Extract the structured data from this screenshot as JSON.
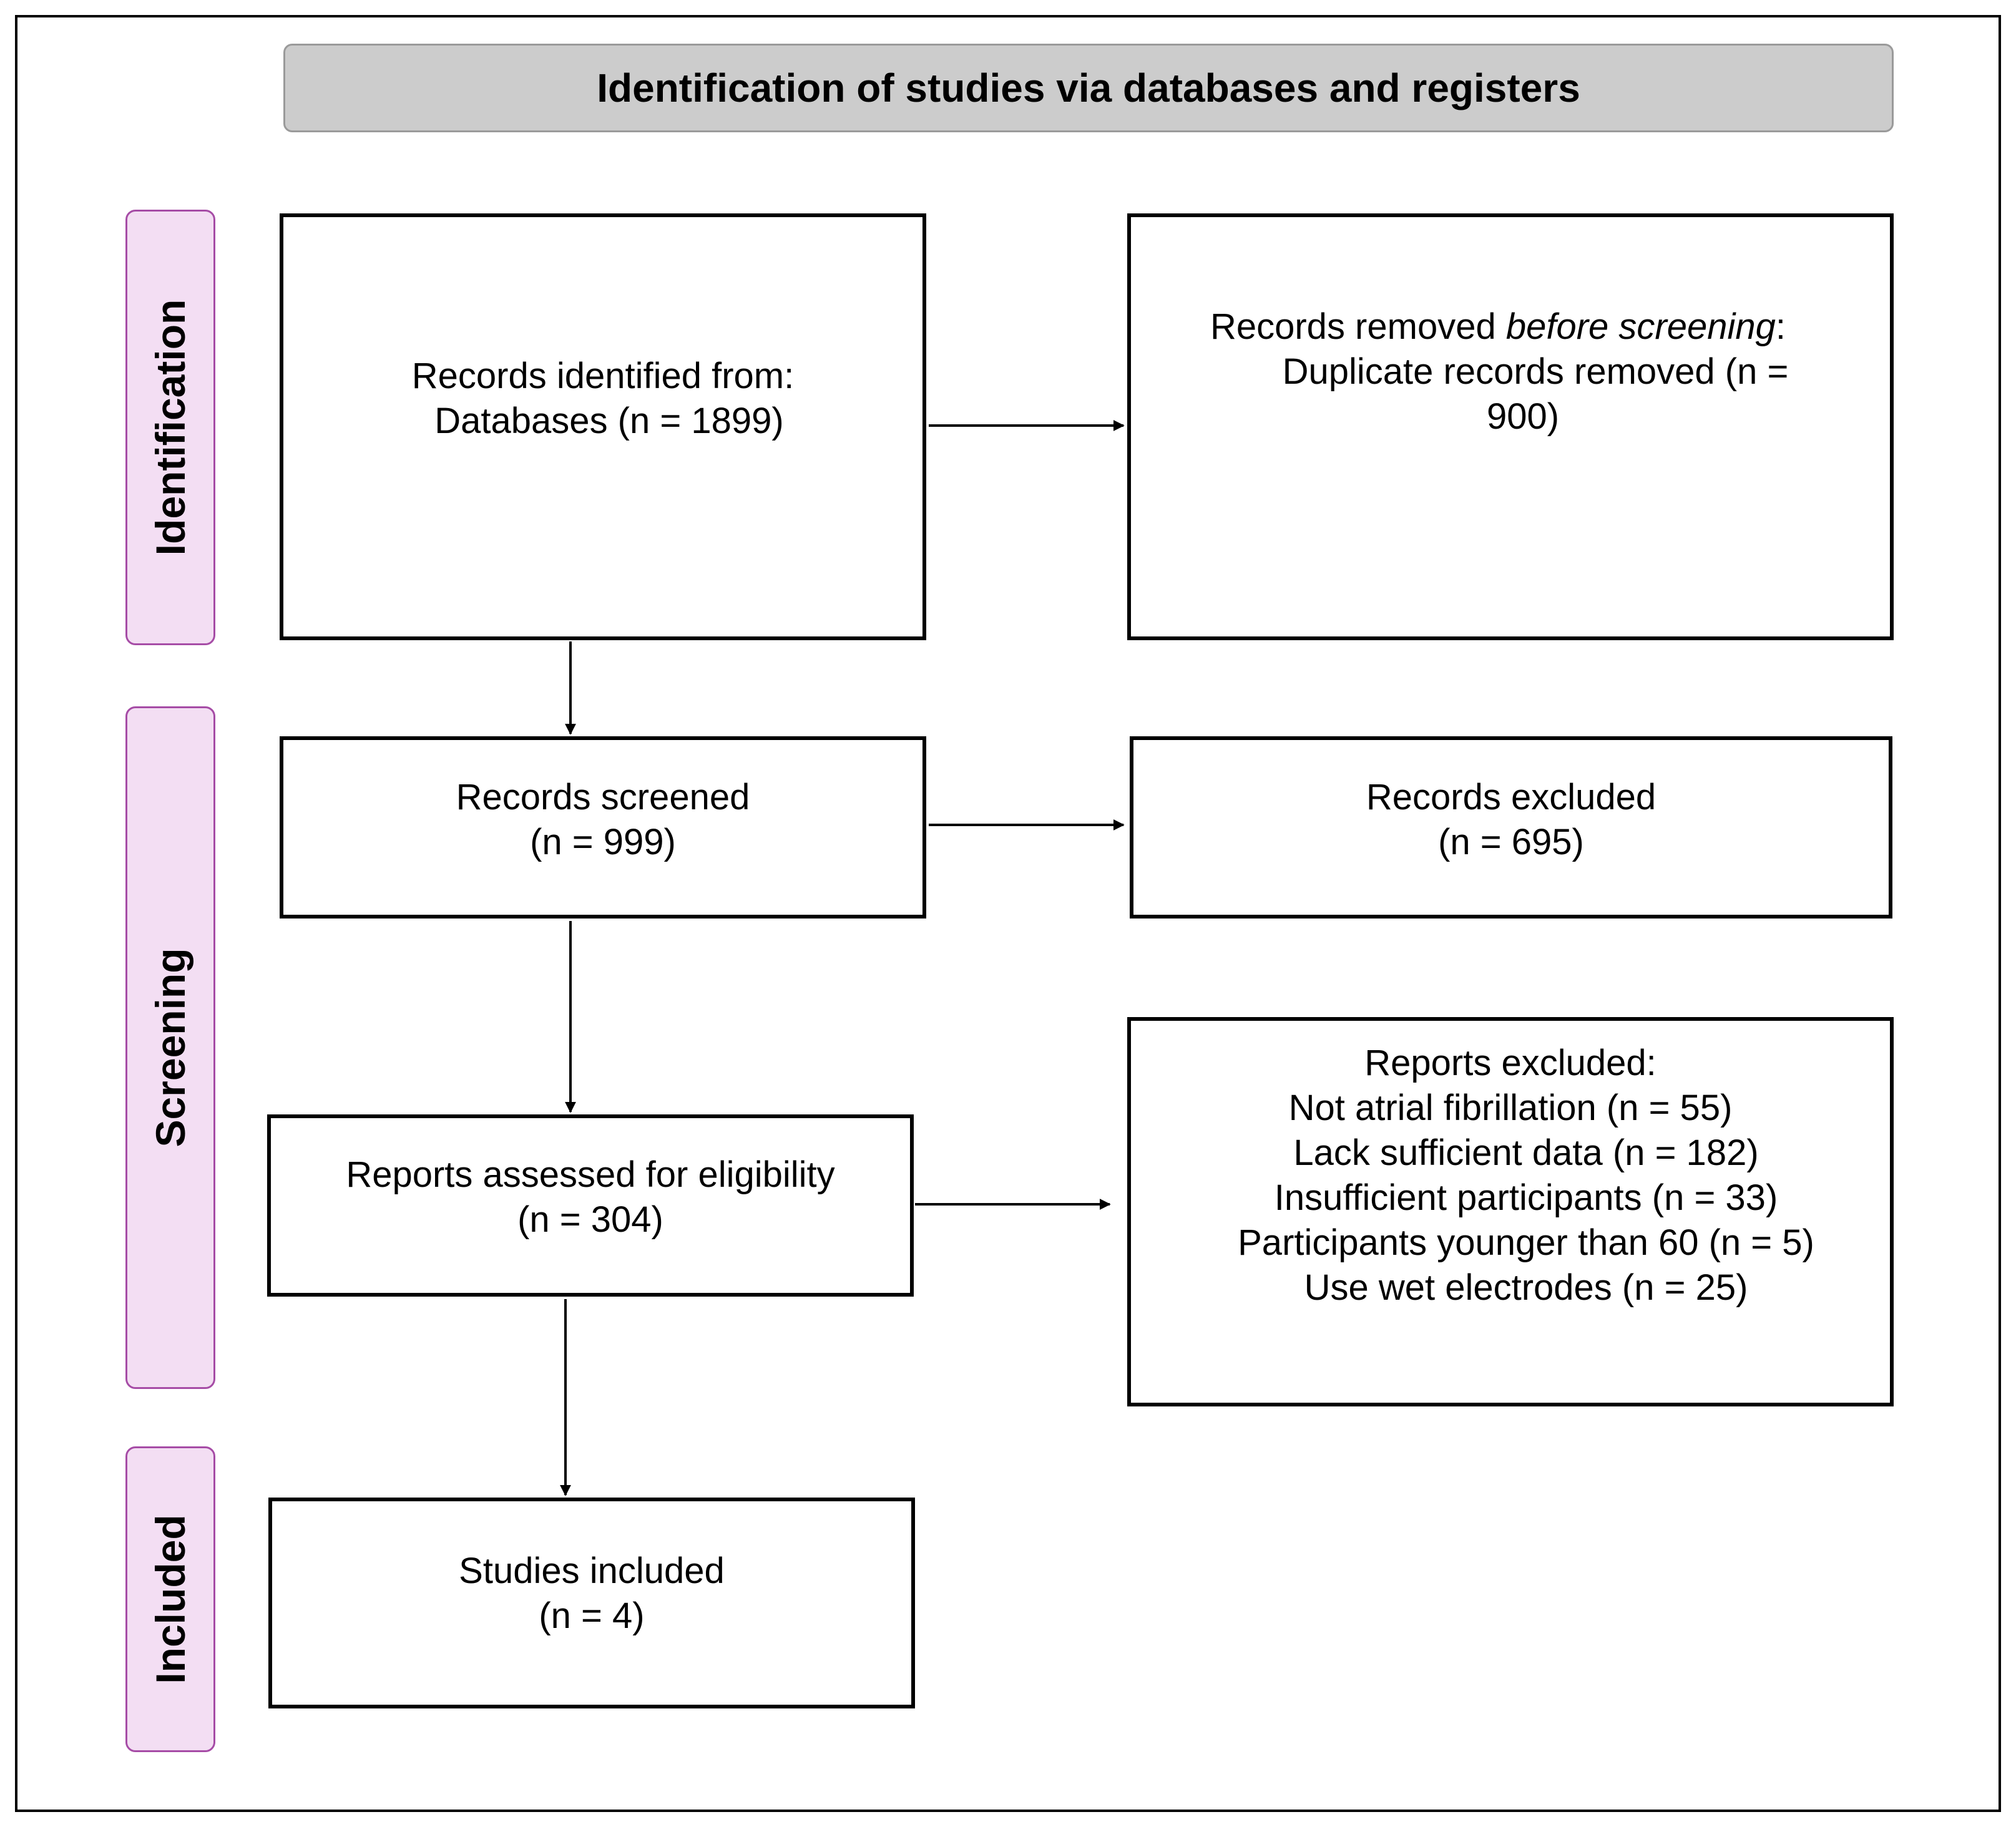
{
  "header": {
    "title": "Identification of studies via databases and registers"
  },
  "phases": {
    "identification": "Identification",
    "screening": "Screening",
    "included": "Included"
  },
  "boxes": {
    "records_identified": {
      "line1": "Records identified from:",
      "line2": "Databases (n = 1899)"
    },
    "records_removed": {
      "line1_prefix": "Records removed ",
      "line1_italic": "before screening",
      "line1_suffix": ":",
      "line2": "Duplicate records removed (n =",
      "line3": "900)"
    },
    "records_screened": {
      "line1": "Records screened",
      "line2": "(n = 999)"
    },
    "records_excluded": {
      "line1": "Records excluded",
      "line2": "(n = 695)"
    },
    "reports_assessed": {
      "line1": "Reports assessed for eligibility",
      "line2": "(n = 304)"
    },
    "reports_excluded": {
      "title": "Reports excluded:",
      "reasons": [
        "Not atrial fibrillation (n = 55)",
        "Lack sufficient data (n = 182)",
        "Insufficient participants (n = 33)",
        "Participants younger than 60 (n = 5)",
        "Use wet electrodes (n = 25)"
      ]
    },
    "studies_included": {
      "line1": "Studies included",
      "line2": "(n = 4)"
    }
  },
  "colors": {
    "header_fill": "#cccccc",
    "phase_fill": "#f3def3",
    "phase_border": "#a64ca6"
  }
}
